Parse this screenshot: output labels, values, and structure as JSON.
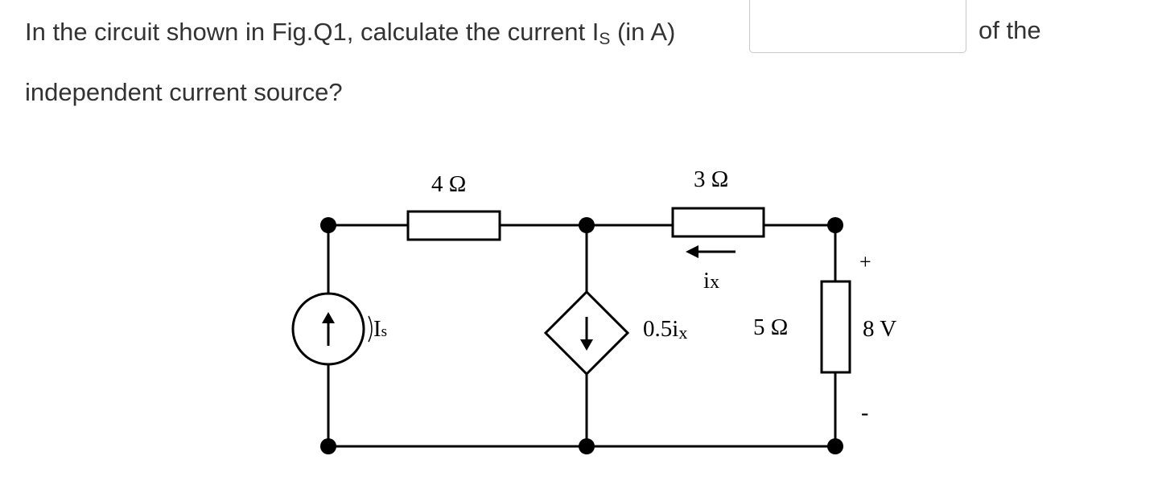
{
  "question": {
    "prefix": "In the circuit shown in Fig.Q1, calculate the current I",
    "current_subscript": "S",
    "unit_suffix": " (in A)",
    "after_box": "of the",
    "line2": "independent current source?"
  },
  "answer_input": {
    "value": "",
    "placeholder": ""
  },
  "circuit": {
    "r1_label": "4 Ω",
    "r2_label": "3 Ω",
    "r3_label": "5 Ω",
    "source_label_main": "I",
    "source_label_sub": "s",
    "dep_source_label_main": "0.5i",
    "dep_source_label_sub": "x",
    "current_label_main": "i",
    "current_label_sub": "x",
    "voltage_plus": "+",
    "voltage_minus": "-",
    "voltage_label": "8 V"
  }
}
